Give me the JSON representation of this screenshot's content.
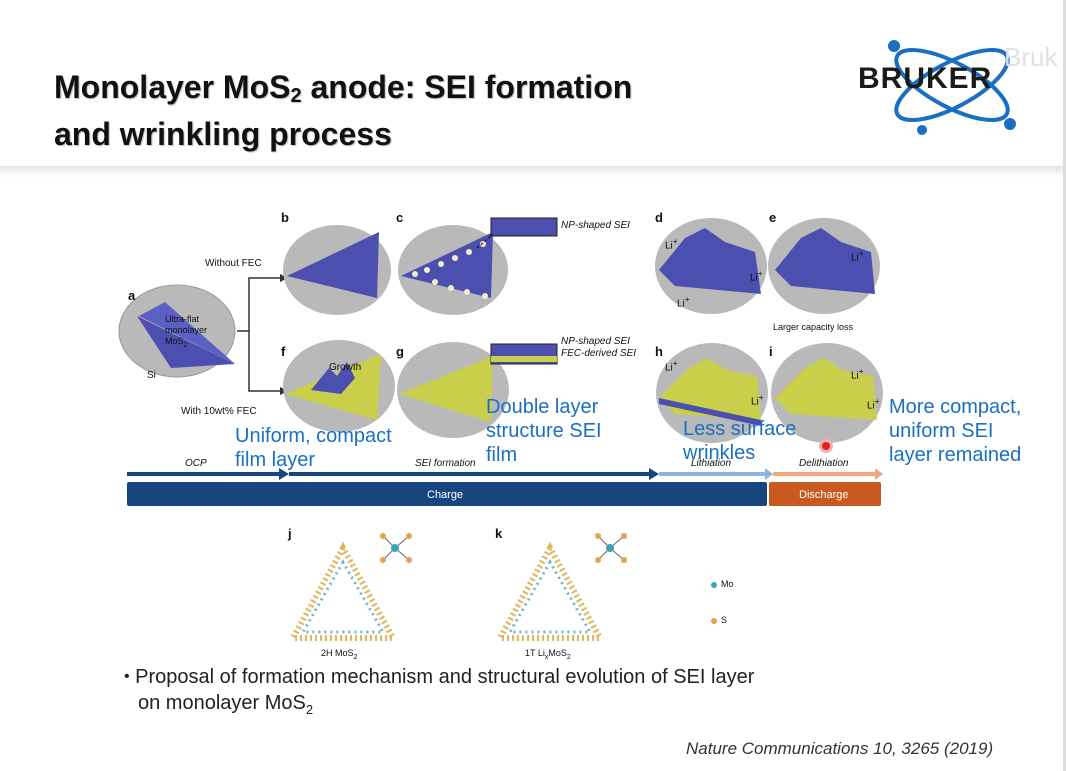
{
  "slide": {
    "title_line1_pre": "Monolayer MoS",
    "title_line1_sub": "2",
    "title_line1_post": " anode: SEI formation",
    "title_line2": "and wrinkling process"
  },
  "logo": {
    "text": "BRUKER",
    "ghost_text": "Bruk"
  },
  "figure": {
    "panels": [
      "a",
      "b",
      "c",
      "d",
      "e",
      "f",
      "g",
      "h",
      "i",
      "j",
      "k"
    ],
    "labels": {
      "without_fec": "Without FEC",
      "with_fec": "With 10wt% FEC",
      "ultra_flat": "Ultra-flat",
      "monolayer": "monolayer",
      "mos2_pre": "MoS",
      "mos2_sub": "2",
      "si": "Si",
      "growth": "Growth",
      "np_sei_c": "NP-shaped SEI",
      "np_sei_g": "NP-shaped SEI",
      "fec_sei_g": "FEC-derived SEI",
      "larger_loss": "Larger capacity loss",
      "li": "Li",
      "li_sup": "+"
    },
    "timeline": {
      "ocp": "OCP",
      "sei_formation": "SEI formation",
      "lithiation": "Lithiation",
      "delithiation": "Delithiation",
      "charge": "Charge",
      "discharge": "Discharge"
    },
    "structures": {
      "j_caption_pre": "2H MoS",
      "j_caption_sub": "2",
      "k_caption_pre": "1T Li",
      "k_caption_sub_x": "x",
      "k_caption_mid": "MoS",
      "k_caption_sub": "2",
      "legend_mo": "Mo",
      "legend_s": "S"
    }
  },
  "annotations": {
    "a1_line1": "Uniform, compact",
    "a1_line2": "film layer",
    "a2_line1": "Double layer",
    "a2_line2": "structure SEI",
    "a2_line3": "film",
    "a3_line1": "Less surface",
    "a3_line2": "wrinkles",
    "a4_line1": "More compact,",
    "a4_line2": "uniform SEI",
    "a4_line3": "layer remained"
  },
  "bullet": {
    "line1": "Proposal of formation mechanism and structural evolution of SEI layer",
    "line2_pre": "on monolayer MoS",
    "line2_sub": "2"
  },
  "citation": "Nature Communications 10, 3265 (2019)",
  "colors": {
    "accent_blue": "#1b6fc0",
    "charge_bar": "#17467e",
    "discharge_bar": "#c85a1f",
    "mos2_blue": "#4a4fb0",
    "fec_yellow": "#c9cf4a",
    "logo_blue": "#1a6fc1"
  }
}
